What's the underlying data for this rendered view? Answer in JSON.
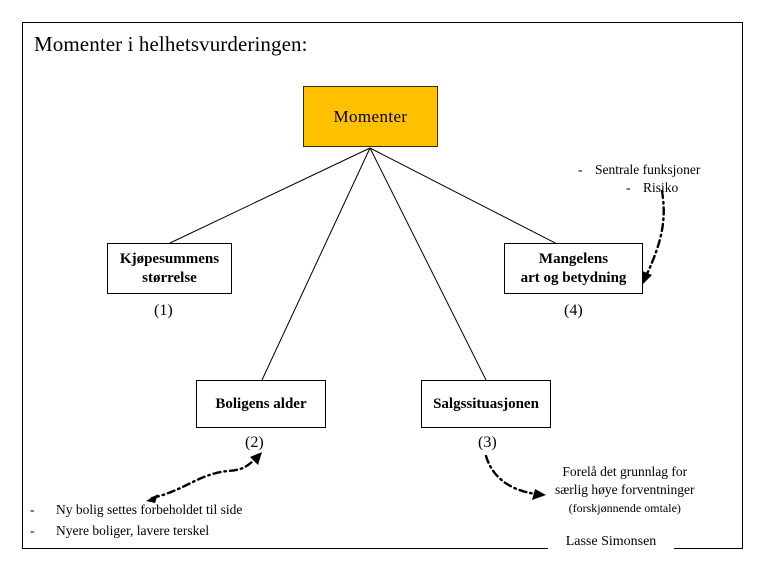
{
  "slide": {
    "title": "Momenter i helhetsvurderingen:",
    "accent_color": "#FFC000",
    "line_color": "#000000",
    "background": "#ffffff"
  },
  "nodes": {
    "root": {
      "label": "Momenter",
      "fill": "#FFC000"
    },
    "n1": {
      "label": "Kjøpesummens\nstørrelse",
      "tag": "(1)"
    },
    "n4": {
      "label": "Mangelens\nart og betydning",
      "tag": "(4)"
    },
    "n2": {
      "label": "Boligens alder",
      "tag": "(2)"
    },
    "n3": {
      "label": "Salgssituasjonen",
      "tag": "(3)"
    }
  },
  "annotations": {
    "right_top": {
      "line1_dash": "-",
      "line1": "Sentrale funksjoner",
      "line2_dash": "-",
      "line2": "Risiko"
    },
    "bottom_left": {
      "line1_dash": "-",
      "line1": "Ny bolig settes forbeholdet til side",
      "line2_dash": "-",
      "line2": "Nyere boliger, lavere terskel"
    },
    "bottom_right": {
      "line1": "Forelå det grunnlag for",
      "line2": "særlig høye forventninger",
      "line3": "(forskjønnende omtale)"
    }
  },
  "footer": {
    "signature": "Lasse Simonsen"
  }
}
